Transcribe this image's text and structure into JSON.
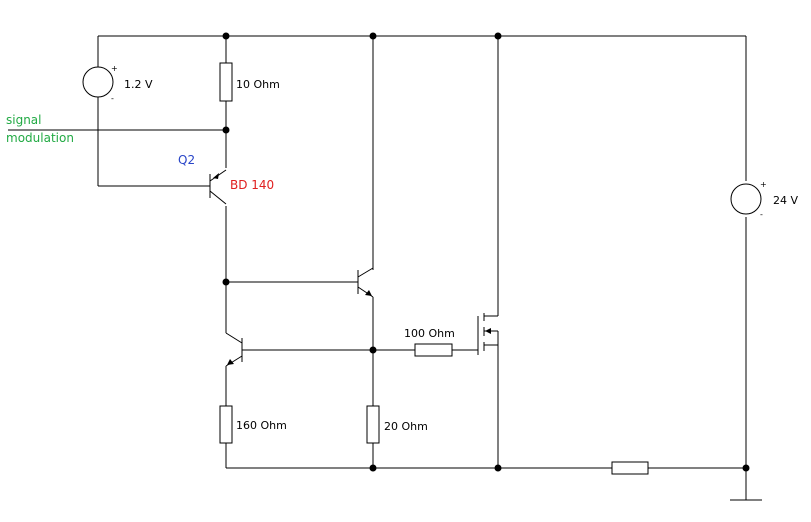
{
  "labels": {
    "signal_line1": "signal",
    "signal_line2": "modulation",
    "v_source_left": "1.2 V",
    "v_source_right": "24 V",
    "r_top": "10 Ohm",
    "r_bottom_left": "160 Ohm",
    "r_bottom_mid": "20 Ohm",
    "r_gate": "100 Ohm",
    "q2_name": "Q2",
    "q2_part": "BD 140",
    "plus": "+",
    "minus": "-"
  },
  "colors": {
    "signal": "#22aa44",
    "q2_name": "#2a46c8",
    "q2_part": "#e02020",
    "wire": "#000000"
  }
}
